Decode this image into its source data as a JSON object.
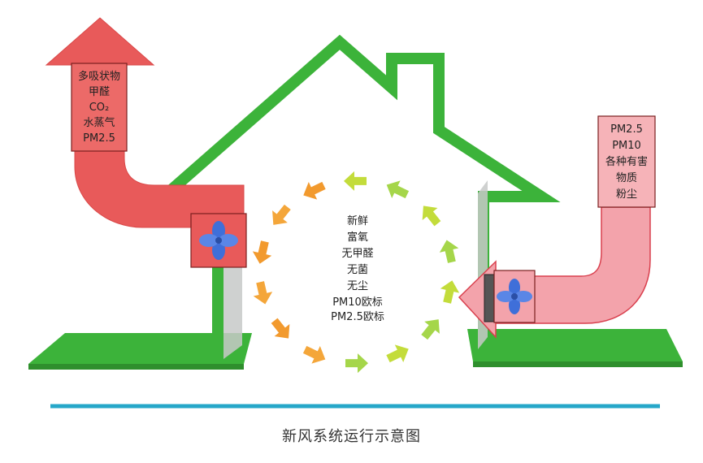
{
  "colors": {
    "wall": "#3cb33a",
    "wall_dark": "#2f8f2d",
    "exhaust_arrow": "#e85a5a",
    "intake_arrow": "#f3a3ab",
    "intake_arrow_edge": "#d9404e",
    "fan": "#3f6fd9",
    "divider_line": "#26a7c9",
    "circulation_arrows": [
      "#a5d64a",
      "#c3dc3b",
      "#f29a2e",
      "#f4a63a"
    ]
  },
  "exhaust": {
    "items": [
      "多吸状物",
      "甲醛",
      "CO₂",
      "水蒸气",
      "PM2.5"
    ]
  },
  "intake": {
    "items": [
      "PM2.5",
      "PM10",
      "各种有害",
      "物质",
      "粉尘"
    ]
  },
  "indoor": {
    "items": [
      "新鲜",
      "富氧",
      "无甲醛",
      "无菌",
      "无尘",
      "PM10欧标",
      "PM2.5欧标"
    ]
  },
  "caption": "新风系统运行示意图",
  "icons": [
    "fan-icon",
    "filter-icon",
    "circulation-arrow-icon"
  ]
}
